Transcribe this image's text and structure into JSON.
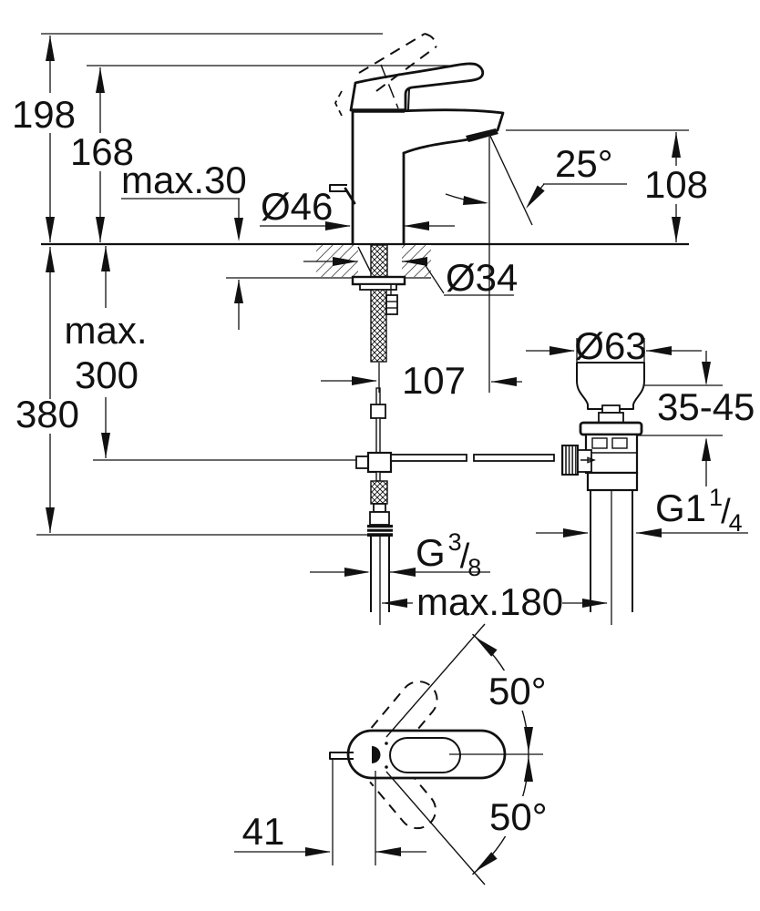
{
  "colors": {
    "line": "#111111",
    "background": "#ffffff"
  },
  "front_view": {
    "overall_height": "198",
    "handle_height": "168",
    "deck_thickness": "max.30",
    "body_diameter": "Ø46",
    "spray_angle": "25°",
    "spout_height": "108",
    "hole_diameter": "Ø34",
    "install_depth_word": "max.",
    "install_depth_value": "300",
    "hose_length": "380",
    "spout_reach": "107"
  },
  "waste_assembly": {
    "flange_diameter": "Ø63",
    "basin_thickness_range": "35-45",
    "waste_thread": {
      "base": "G1",
      "sup": "1",
      "slash": "/",
      "sub": "4"
    },
    "supply_thread": {
      "base": "G",
      "sup": "3",
      "slash": "/",
      "sub": "8"
    },
    "hole_distance": "max.180"
  },
  "top_view": {
    "swing_upper": "50°",
    "swing_lower": "50°",
    "handle_offset": "41"
  }
}
